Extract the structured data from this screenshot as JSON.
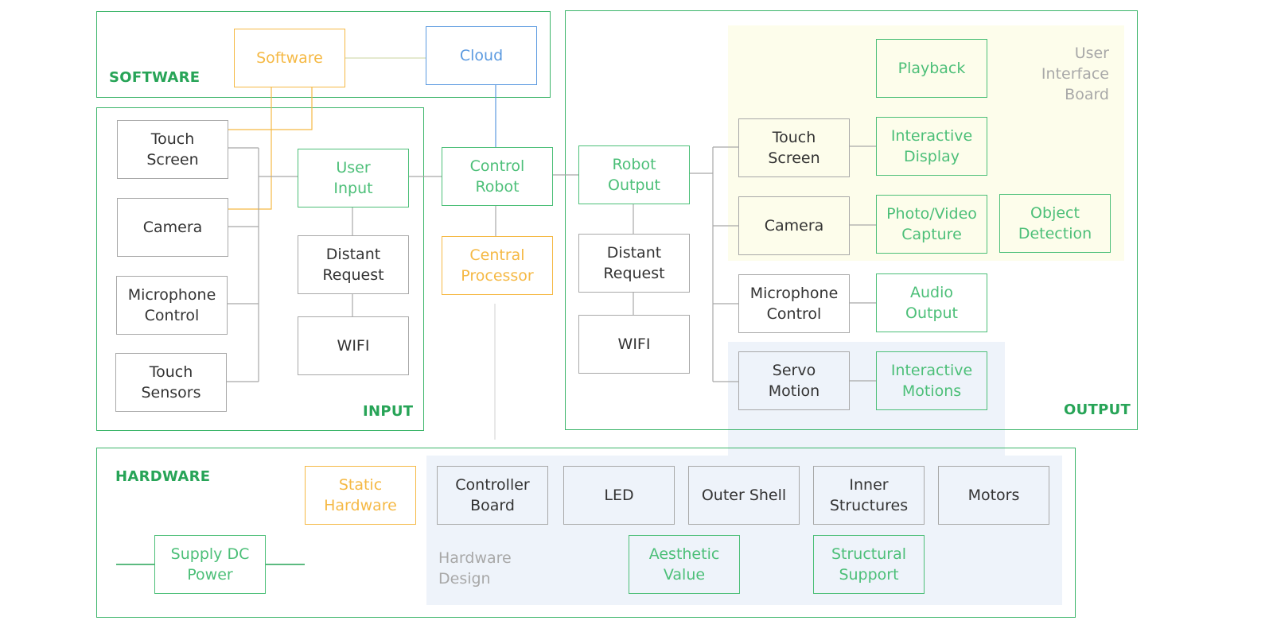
{
  "groups": {
    "software": "SOFTWARE",
    "input": "INPUT",
    "output": "OUTPUT",
    "hardware": "HARDWARE"
  },
  "annotations": {
    "ui_board": "User\nInterface\nBoard",
    "hardware_design": "Hardware\nDesign"
  },
  "nodes": {
    "software": "Software",
    "cloud": "Cloud",
    "in_touch_screen": "Touch\nScreen",
    "in_camera": "Camera",
    "in_microphone": "Microphone\nControl",
    "in_touch_sensors": "Touch\nSensors",
    "user_input": "User\nInput",
    "in_distant_request": "Distant\nRequest",
    "in_wifi": "WIFI",
    "control_robot": "Control\nRobot",
    "central_processor": "Central\nProcessor",
    "robot_output": "Robot\nOutput",
    "out_distant_request": "Distant\nRequest",
    "out_wifi": "WIFI",
    "out_touch_screen": "Touch\nScreen",
    "out_camera": "Camera",
    "out_microphone": "Microphone\nControl",
    "servo_motion": "Servo\nMotion",
    "playback": "Playback",
    "interactive_display": "Interactive\nDisplay",
    "photo_video": "Photo/Video\nCapture",
    "object_detection": "Object\nDetection",
    "audio_output": "Audio\nOutput",
    "interactive_motions": "Interactive\nMotions",
    "static_hardware": "Static\nHardware",
    "supply_dc_power": "Supply DC\nPower",
    "controller_board": "Controller\nBoard",
    "led": "LED",
    "outer_shell": "Outer Shell",
    "inner_structures": "Inner\nStructures",
    "motors": "Motors",
    "aesthetic_value": "Aesthetic\nValue",
    "structural_support": "Structural\nSupport"
  },
  "colors": {
    "group_border": "#3cb56a",
    "group_label": "#27a457",
    "green_node": "#4cbf78",
    "orange_node": "#f5b945",
    "blue_node": "#5b9ae0",
    "gray_node": "#a8a8a8",
    "ui_board_fill": "#fdfdeb",
    "hardware_design_fill": "#eef3fa"
  }
}
